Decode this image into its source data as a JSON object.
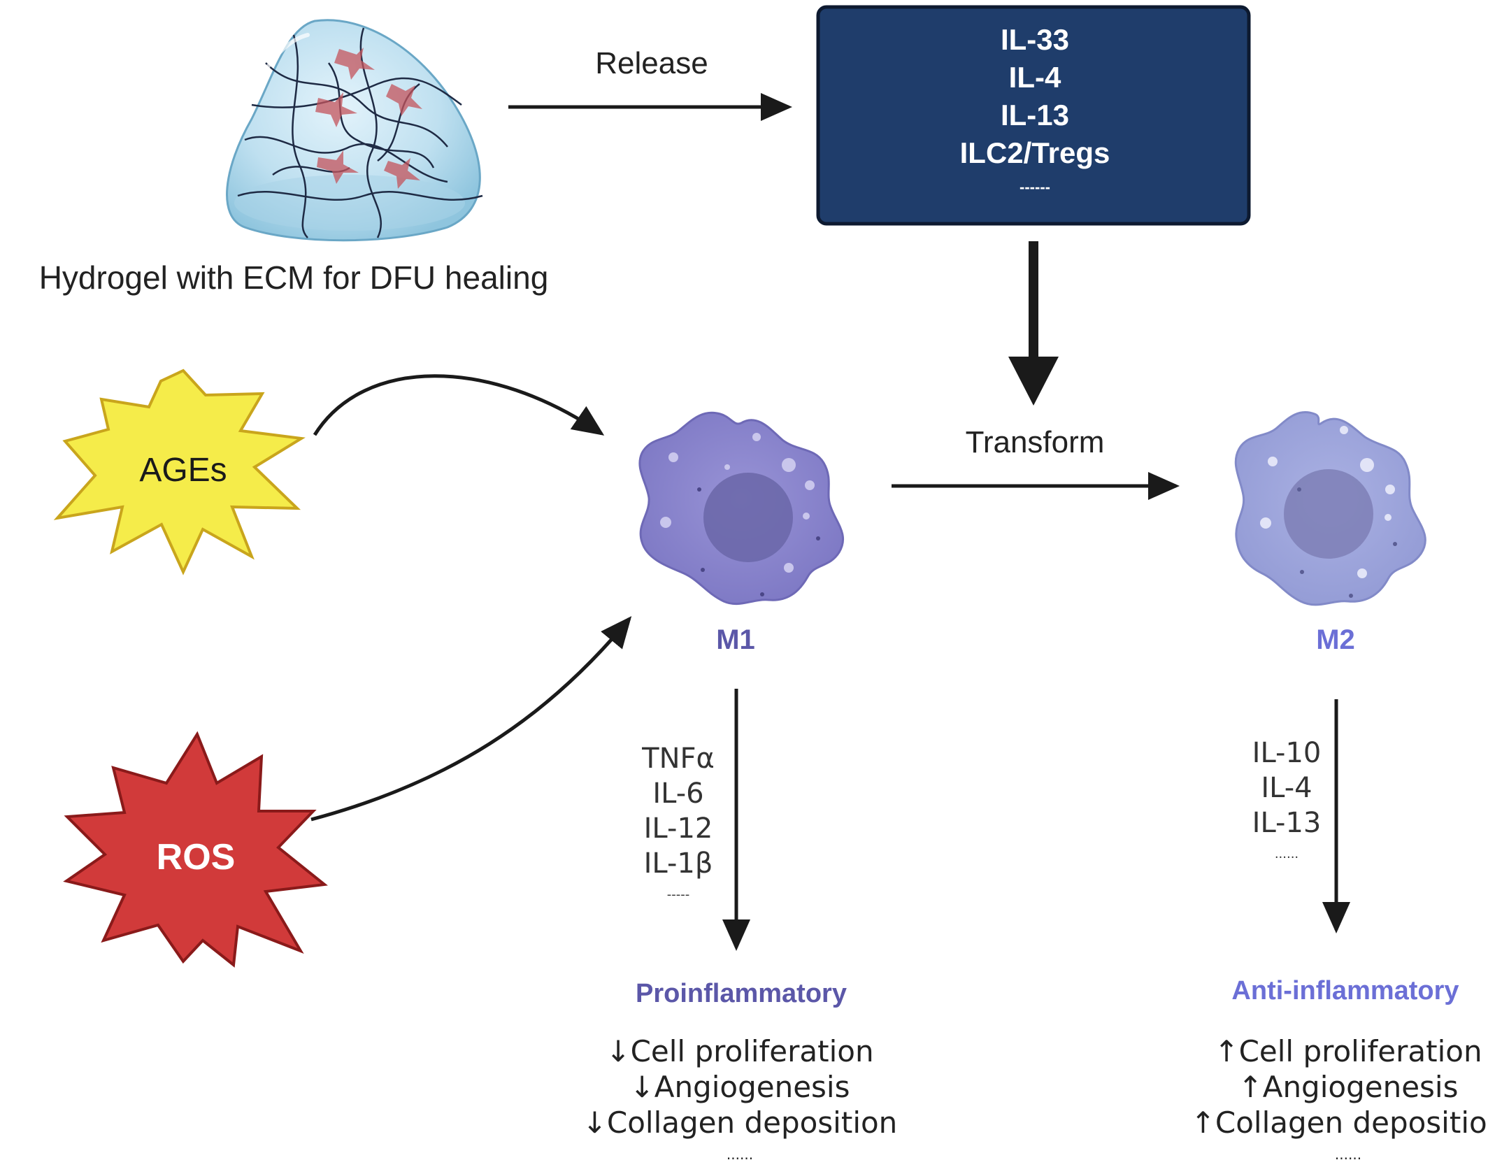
{
  "hydrogel": {
    "caption": "Hydrogel with ECM for DFU healing"
  },
  "release": {
    "label": "Release"
  },
  "cytokine_box": {
    "lines": [
      "IL-33",
      "IL-4",
      "IL-13",
      "ILC2/Tregs",
      "------"
    ],
    "fill_color": "#1f3d6b"
  },
  "stimuli": {
    "ages": {
      "label": "AGEs",
      "color": "#f5ec4a"
    },
    "ros": {
      "label": "ROS",
      "color": "#d13a3a"
    }
  },
  "transform": {
    "label": "Transform"
  },
  "m1": {
    "label": "M1",
    "cytokines": [
      "TNFα",
      "IL-6",
      "IL-12",
      "IL-1β",
      "-----"
    ],
    "outcome_title": "Proinflammatory",
    "effects": [
      "↓Cell proliferation",
      "↓Angiogenesis",
      "↓Collagen deposition",
      "......"
    ],
    "color": "#8a85cf"
  },
  "m2": {
    "label": "M2",
    "cytokines": [
      "IL-10",
      "IL-4",
      "IL-13",
      "......"
    ],
    "outcome_title": "Anti-inflammatory",
    "effects": [
      "↑Cell proliferation",
      "↑Angiogenesis",
      "↑Collagen deposition",
      "......"
    ],
    "color": "#9ea6dc"
  }
}
